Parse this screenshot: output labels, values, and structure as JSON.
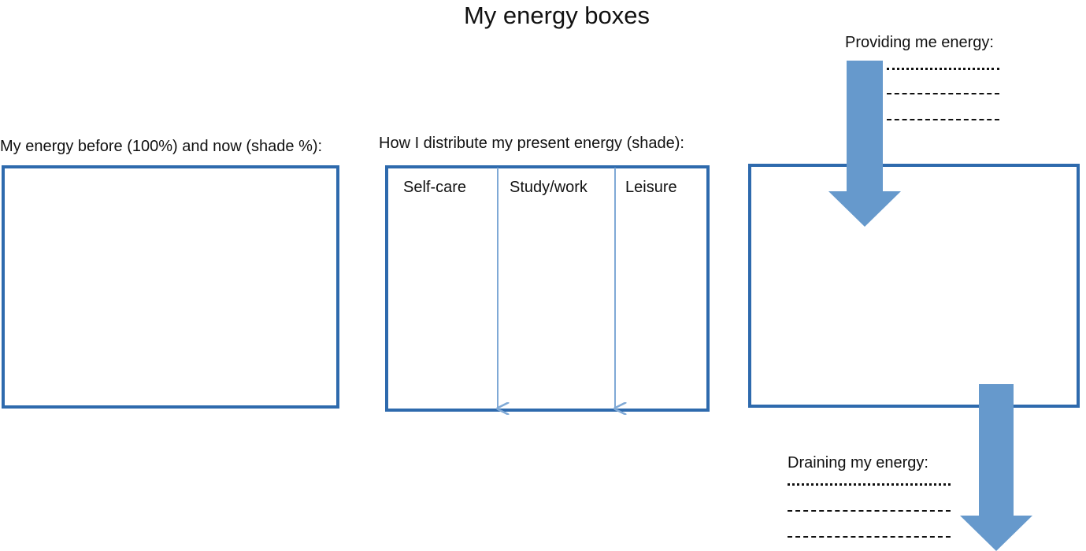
{
  "title": "My energy boxes",
  "energy_level": {
    "caption": "My energy before (100%) and now (shade %):"
  },
  "distribution": {
    "caption": "How I distribute my present energy (shade):",
    "columns": [
      {
        "label": "Self-care"
      },
      {
        "label": "Study/work"
      },
      {
        "label": "Leisure"
      }
    ]
  },
  "providing": {
    "caption": "Providing me energy:"
  },
  "draining": {
    "caption": "Draining my energy:"
  },
  "colors": {
    "box_border": "#2e6aad",
    "arrow_fill": "#6699cc",
    "divider": "#7fa9d6"
  }
}
